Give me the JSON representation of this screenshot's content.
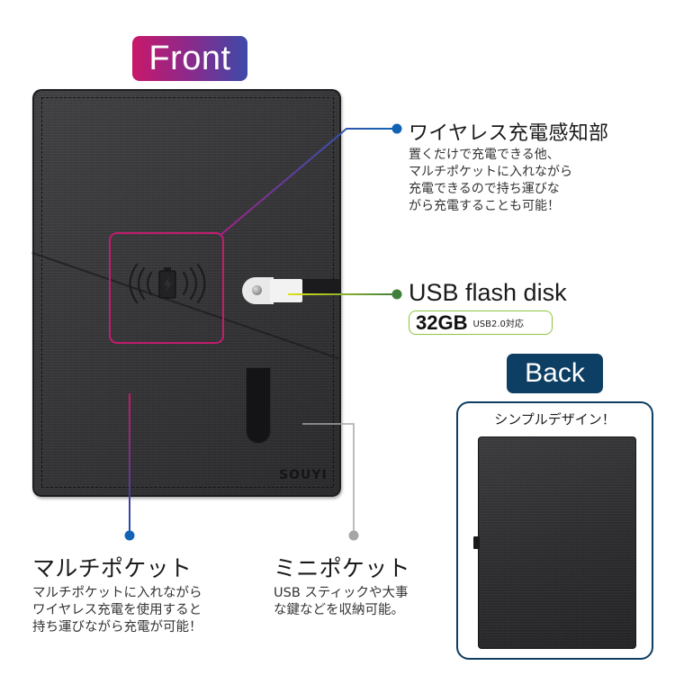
{
  "badges": {
    "front": "Front",
    "back": "Back"
  },
  "colors": {
    "front_gradient_start": "#c8186a",
    "front_gradient_end": "#3d4aa8",
    "back_badge": "#0d3e63",
    "wireless_box": "#c21c6e",
    "callout_blue": "#1163b5",
    "usb_line_yellow": "#d8dc1a",
    "usb_dot_green": "#3e7f3a",
    "capacity_border": "#8cc63e",
    "mini_pocket_gray": "#a6a6a6",
    "notebook_fabric": "#333336"
  },
  "product": {
    "brand_logo": "SOUYI"
  },
  "callouts": {
    "wireless": {
      "title": "ワイヤレス充電感知部",
      "description": "置くだけで充電できる他、\nマルチポケットに入れながら\n充電できるので持ち運びな\nがら充電することも可能！",
      "icon": "wireless-charging-icon"
    },
    "usb": {
      "title": "USB  flash disk",
      "capacity": "32GB",
      "spec": "USB2.0対応"
    },
    "multi_pocket": {
      "title": "マルチポケット",
      "description": "マルチポケットに入れながら\nワイヤレス充電を使用すると\n持ち運びながら充電が可能！"
    },
    "mini_pocket": {
      "title": "ミニポケット",
      "description": "USB スティックや大事\nな鍵などを収納可能。"
    }
  },
  "back_panel": {
    "caption": "シンプルデザイン！"
  }
}
